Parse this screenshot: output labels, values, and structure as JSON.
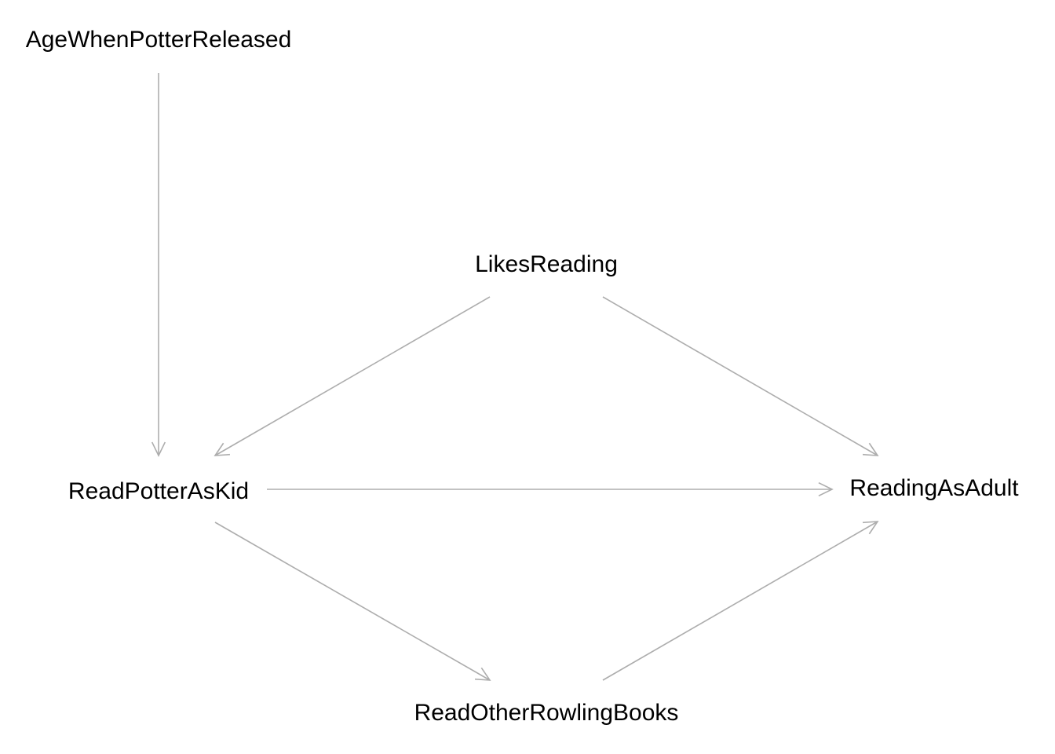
{
  "nodes": [
    {
      "id": "AgeWhenPotterReleased",
      "label": "AgeWhenPotterReleased"
    },
    {
      "id": "LikesReading",
      "label": "LikesReading"
    },
    {
      "id": "ReadPotterAsKid",
      "label": "ReadPotterAsKid"
    },
    {
      "id": "ReadingAsAdult",
      "label": "ReadingAsAdult"
    },
    {
      "id": "ReadOtherRowlingBooks",
      "label": "ReadOtherRowlingBooks"
    }
  ],
  "edges": [
    {
      "from": "AgeWhenPotterReleased",
      "to": "ReadPotterAsKid"
    },
    {
      "from": "LikesReading",
      "to": "ReadPotterAsKid"
    },
    {
      "from": "LikesReading",
      "to": "ReadingAsAdult"
    },
    {
      "from": "ReadPotterAsKid",
      "to": "ReadingAsAdult"
    },
    {
      "from": "ReadPotterAsKid",
      "to": "ReadOtherRowlingBooks"
    },
    {
      "from": "ReadOtherRowlingBooks",
      "to": "ReadingAsAdult"
    }
  ],
  "colors": {
    "edge": "#adadad",
    "label": "#000000",
    "background": "#ffffff"
  }
}
